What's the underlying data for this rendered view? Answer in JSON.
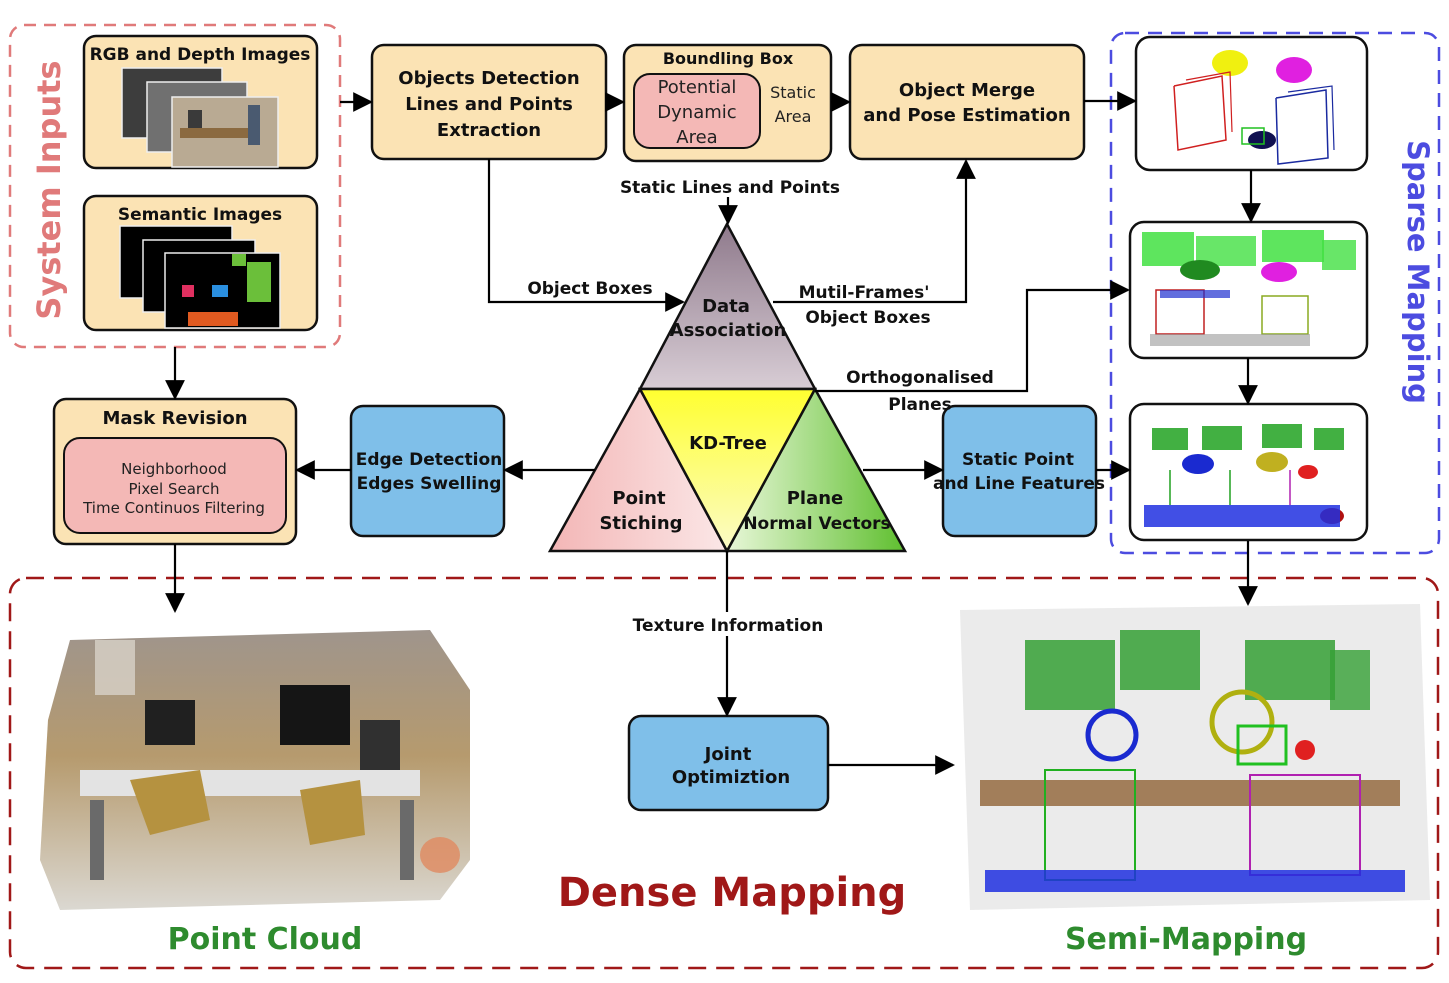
{
  "groups": {
    "system_inputs": "System Inputs",
    "sparse_mapping": "Sparse Mapping",
    "dense_mapping": "Dense Mapping"
  },
  "inputs": {
    "rgb_depth": "RGB and Depth Images",
    "semantic": "Semantic Images"
  },
  "nodes": {
    "detection": [
      "Objects Detection",
      "Lines and Points",
      "Extraction"
    ],
    "bbox_title": "Boundling Box",
    "potential_dynamic": [
      "Potential",
      "Dynamic",
      "Area"
    ],
    "static_area": [
      "Static",
      "Area"
    ],
    "merge": [
      "Object Merge",
      "and Pose Estimation"
    ],
    "mask_revision": "Mask Revision",
    "mask_items": [
      "Neighborhood",
      "Pixel Search",
      "Time Continuos Filtering"
    ],
    "edge_detection": [
      "Edge Detection",
      "Edges Swelling"
    ],
    "static_features": [
      "Static Point",
      "and Line Features"
    ],
    "joint": [
      "Joint",
      "Optimiztion"
    ]
  },
  "triangle": {
    "data_association": [
      "Data",
      "Association"
    ],
    "kd_tree": "KD-Tree",
    "point_stiching": [
      "Point",
      "Stiching"
    ],
    "plane_normal": [
      "Plane",
      "Normal Vectors"
    ]
  },
  "edges": {
    "static_lines_points": "Static Lines and Points",
    "object_boxes": "Object Boxes",
    "multi_frames": [
      "Mutil-Frames'",
      "Object Boxes"
    ],
    "orthogonalised": [
      "Orthogonalised",
      "Planes"
    ],
    "texture": "Texture Information"
  },
  "outputs": {
    "point_cloud": "Point Cloud",
    "semi_mapping": "Semi-Mapping"
  },
  "colors": {
    "process_fill": "#fbe3b4",
    "blue_fill": "#7fbfe9",
    "pink_fill": "#f4b8b6",
    "system_inputs": "#e07a7a",
    "sparse_mapping": "#4c4ce0",
    "dense_mapping": "#a01818",
    "green_label": "#2e8b2e"
  }
}
